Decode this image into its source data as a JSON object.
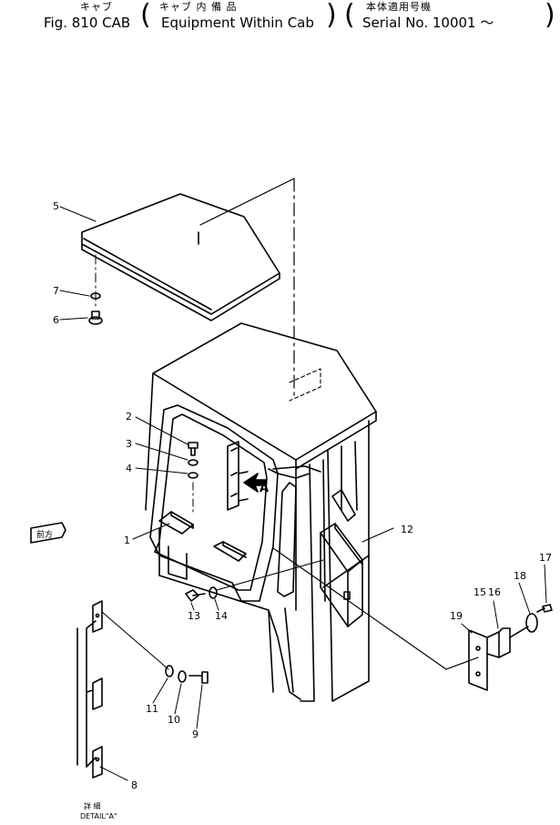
{
  "header": {
    "jp_cab": "キャブ",
    "jp_equipment": "キャブ 内 備 品",
    "jp_serial": "本体適用号機",
    "figure": "Fig. 810 CAB",
    "equipment": "Equipment Within Cab",
    "serial": "Serial No. 10001 ～"
  },
  "direction_tag": "前方",
  "detail_view_marker": "A",
  "detail": {
    "jp": "詳 細",
    "en": "DETAIL\"A\""
  },
  "callouts": [
    "1",
    "2",
    "3",
    "4",
    "5",
    "6",
    "7",
    "8",
    "9",
    "10",
    "11",
    "12",
    "13",
    "14",
    "15",
    "16",
    "17",
    "18",
    "19"
  ]
}
